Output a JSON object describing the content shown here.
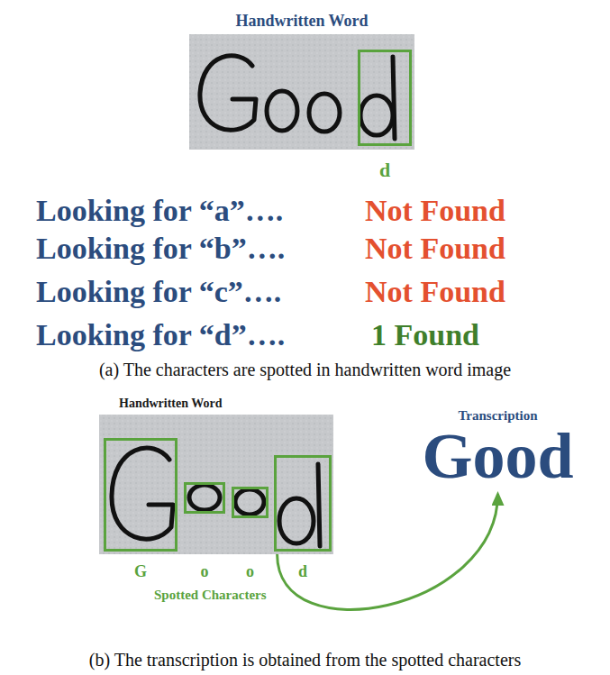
{
  "diagram": {
    "nodes": [
      {
        "text": [
          "Handwritten Word"
        ]
      },
      {
        "text": [
          "d"
        ],
        "in": 0
      },
      {
        "text": [
          "Handwritten Word"
        ]
      },
      {
        "text": [
          "G"
        ],
        "in": 2
      },
      {
        "text": [
          "o"
        ],
        "in": 2
      },
      {
        "text": [
          "o"
        ],
        "in": 2
      },
      {
        "text": [
          "d"
        ],
        "in": 2
      },
      {
        "text": [
          "Transcription",
          "Good"
        ]
      }
    ],
    "edges": [
      {
        "from": 2,
        "to": 7,
        "arrow": "to",
        "label": "Spotted Characters"
      }
    ],
    "labels": [
      "Looking for “a”….",
      "Not Found",
      "Looking for “b”….",
      "Not Found",
      "Looking for “c”….",
      "Not Found",
      "Looking for “d”….",
      "1 Found",
      "(a) The characters are spotted in handwritten word image",
      "(b) The transcription is obtained from the spotted characters"
    ]
  }
}
